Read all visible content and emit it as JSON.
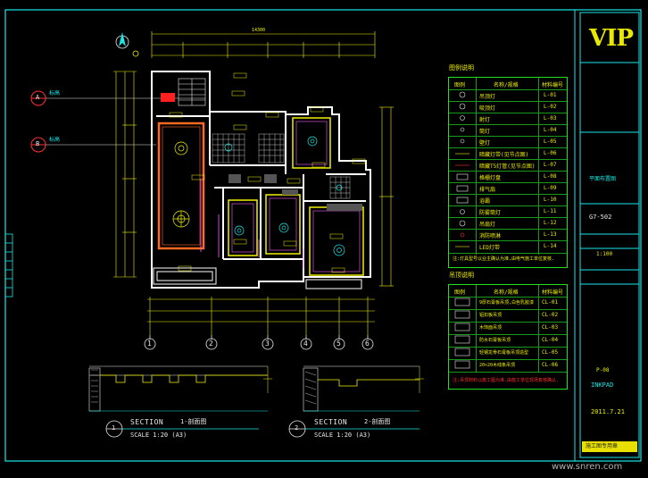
{
  "title_block": {
    "logo": "VIP",
    "drawing_name": "平面布置图",
    "project_code": "G7-502",
    "scale_label": "1:100",
    "approval": "INKPAD",
    "date": "2011.7.21",
    "page": "P-08",
    "stamp": "施工图专用章"
  },
  "legend_light": {
    "title": "图例说明",
    "header": [
      "图例",
      "名称/规格",
      "材料编号"
    ],
    "rows": [
      {
        "name": "吊顶灯",
        "code": "L-01"
      },
      {
        "name": "吸顶灯",
        "code": "L-02"
      },
      {
        "name": "射灯",
        "code": "L-03"
      },
      {
        "name": "筒灯",
        "code": "L-04"
      },
      {
        "name": "壁灯",
        "code": "L-05"
      },
      {
        "name": "暗藏灯带(见节点图)",
        "code": "L-06"
      },
      {
        "name": "暗藏T5灯管(见节点图)",
        "code": "L-07"
      },
      {
        "name": "格栅灯盘",
        "code": "L-08"
      },
      {
        "name": "排气扇",
        "code": "L-09"
      },
      {
        "name": "浴霸",
        "code": "L-10"
      },
      {
        "name": "防雾筒灯",
        "code": "L-11"
      },
      {
        "name": "吊扇灯",
        "code": "L-12"
      },
      {
        "name": "消防喷淋",
        "code": "L-13"
      },
      {
        "name": "LED灯带",
        "code": "L-14"
      }
    ],
    "note": "注:灯具型号以业主确认为准,由电气施工单位复核."
  },
  "legend_ceiling": {
    "title": "吊顶说明",
    "header": [
      "图例",
      "名称/规格",
      "材料编号"
    ],
    "rows": [
      {
        "name": "9厚石膏板吊顶,白色乳胶漆",
        "code": "CL-01"
      },
      {
        "name": "铝扣板吊顶",
        "code": "CL-02"
      },
      {
        "name": "木饰面吊顶",
        "code": "CL-03"
      },
      {
        "name": "防水石膏板吊顶",
        "code": "CL-04"
      },
      {
        "name": "轻钢龙骨石膏板吊顶造型",
        "code": "CL-05"
      },
      {
        "name": "20×20木线条吊顶",
        "code": "CL-06"
      }
    ],
    "note": "注:吊顶材料以施工图为准,由施工单位现场复核确认."
  },
  "plan": {
    "axes_bottom": [
      "1",
      "2",
      "3",
      "4",
      "5",
      "6"
    ],
    "axes_left": [
      "A",
      "B"
    ],
    "axis_left_labels": [
      "标高",
      "标高"
    ],
    "dim_top": "14300"
  },
  "sections": [
    {
      "id": "1",
      "title": "SECTION",
      "subtitle": "1-剖面图",
      "scale": "SCALE 1:20 (A3)"
    },
    {
      "id": "2",
      "title": "SECTION",
      "subtitle": "2-剖面图",
      "scale": "SCALE 1:20 (A3)"
    }
  ],
  "watermark": "www.snren.com",
  "colors": {
    "background": "#000000",
    "frame": "#18e8e8",
    "wall": "#ffffff",
    "dim": "#f0f000",
    "table": "#20e020",
    "accent": "#ff3030",
    "ceiling_pink": "#ff60ff"
  }
}
